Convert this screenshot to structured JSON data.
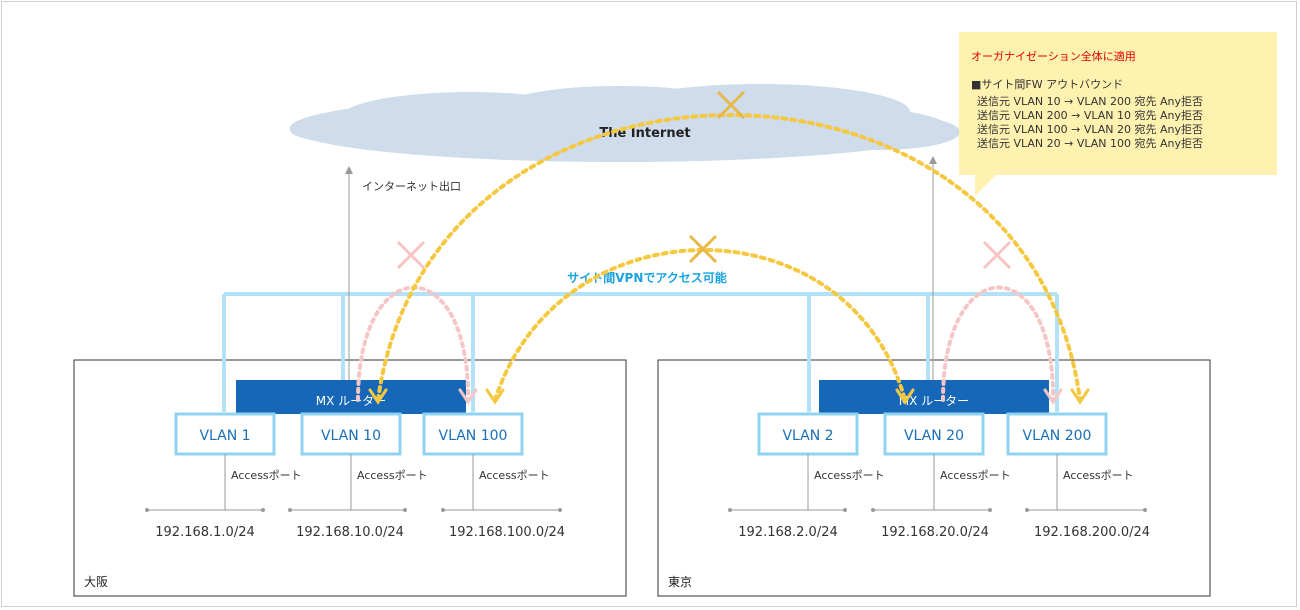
{
  "internet": {
    "label": "The Internet"
  },
  "egress": {
    "label": "インターネット出口"
  },
  "vpn": {
    "label": "サイト間VPNでアクセス可能"
  },
  "policy_note": {
    "title": "オーガナイゼーション全体に適用",
    "subtitle": "■サイト間FW アウトバウンド",
    "rules": [
      "送信元 VLAN 10 → VLAN 200 宛先 Any拒否",
      "送信元 VLAN 200 → VLAN 10 宛先 Any拒否",
      "送信元 VLAN 100 → VLAN 20 宛先 Any拒否",
      "送信元 VLAN 20 → VLAN 100 宛先 Any拒否"
    ]
  },
  "sites": [
    {
      "name": "大阪",
      "router": "MX ルーター",
      "vlans": [
        {
          "label": "VLAN 1",
          "port": "Accessポート",
          "subnet": "192.168.1.0/24"
        },
        {
          "label": "VLAN 10",
          "port": "Accessポート",
          "subnet": "192.168.10.0/24"
        },
        {
          "label": "VLAN 100",
          "port": "Accessポート",
          "subnet": "192.168.100.0/24"
        }
      ]
    },
    {
      "name": "東京",
      "router": "MX ルーター",
      "vlans": [
        {
          "label": "VLAN 2",
          "port": "Accessポート",
          "subnet": "192.168.2.0/24"
        },
        {
          "label": "VLAN 20",
          "port": "Accessポート",
          "subnet": "192.168.20.0/24"
        },
        {
          "label": "VLAN 200",
          "port": "Accessポート",
          "subnet": "192.168.200.0/24"
        }
      ]
    }
  ],
  "colors": {
    "vlan_border": "#8fd3f0",
    "vlan_text": "#1a6fb5",
    "router_fill": "#1667b8",
    "vpn_text": "#1aa3e0",
    "allowed_arc": "#f5c842",
    "blocked_arc": "#f6c6c6",
    "cloud": "#cfdcec"
  }
}
